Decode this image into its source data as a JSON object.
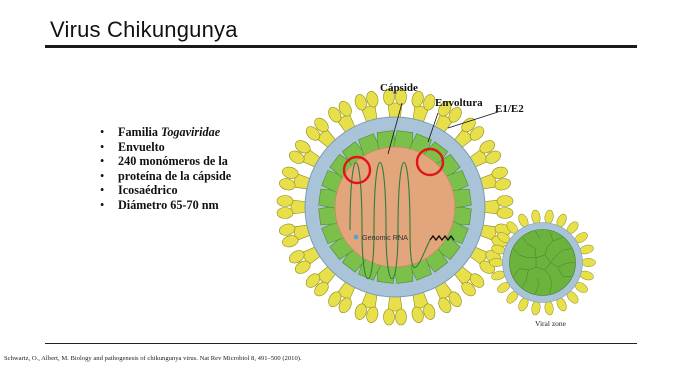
{
  "slide": {
    "title": "Virus Chikungunya",
    "bullets": [
      {
        "text": "Familia ",
        "italic": "Togaviridae"
      },
      {
        "text": "Envuelto"
      },
      {
        "text": "240 monómeros de la"
      },
      {
        "text": "proteína de la cápside"
      },
      {
        "text": "Icosaédrico"
      },
      {
        "text": "Diámetro 65-70 nm"
      }
    ],
    "figure": {
      "label_capside": "Cápside",
      "label_envoltura": "Envoltura",
      "label_e1e2": "E1/E2",
      "label_genomic_rna": "Genomic RNA",
      "credit": "Viral zone"
    },
    "citation": "Schwartz, O., Albert, M. Biology and pathogenesis of chikungunya virus. Nat Rev Microbiol 8, 491–500 (2010).",
    "colors": {
      "spike_yellow": "#e7e04a",
      "membrane_blue": "#a9c4d8",
      "capsid_green": "#7cc04c",
      "core_salmon": "#e3a57c",
      "highlight_red": "#e0141b"
    }
  }
}
